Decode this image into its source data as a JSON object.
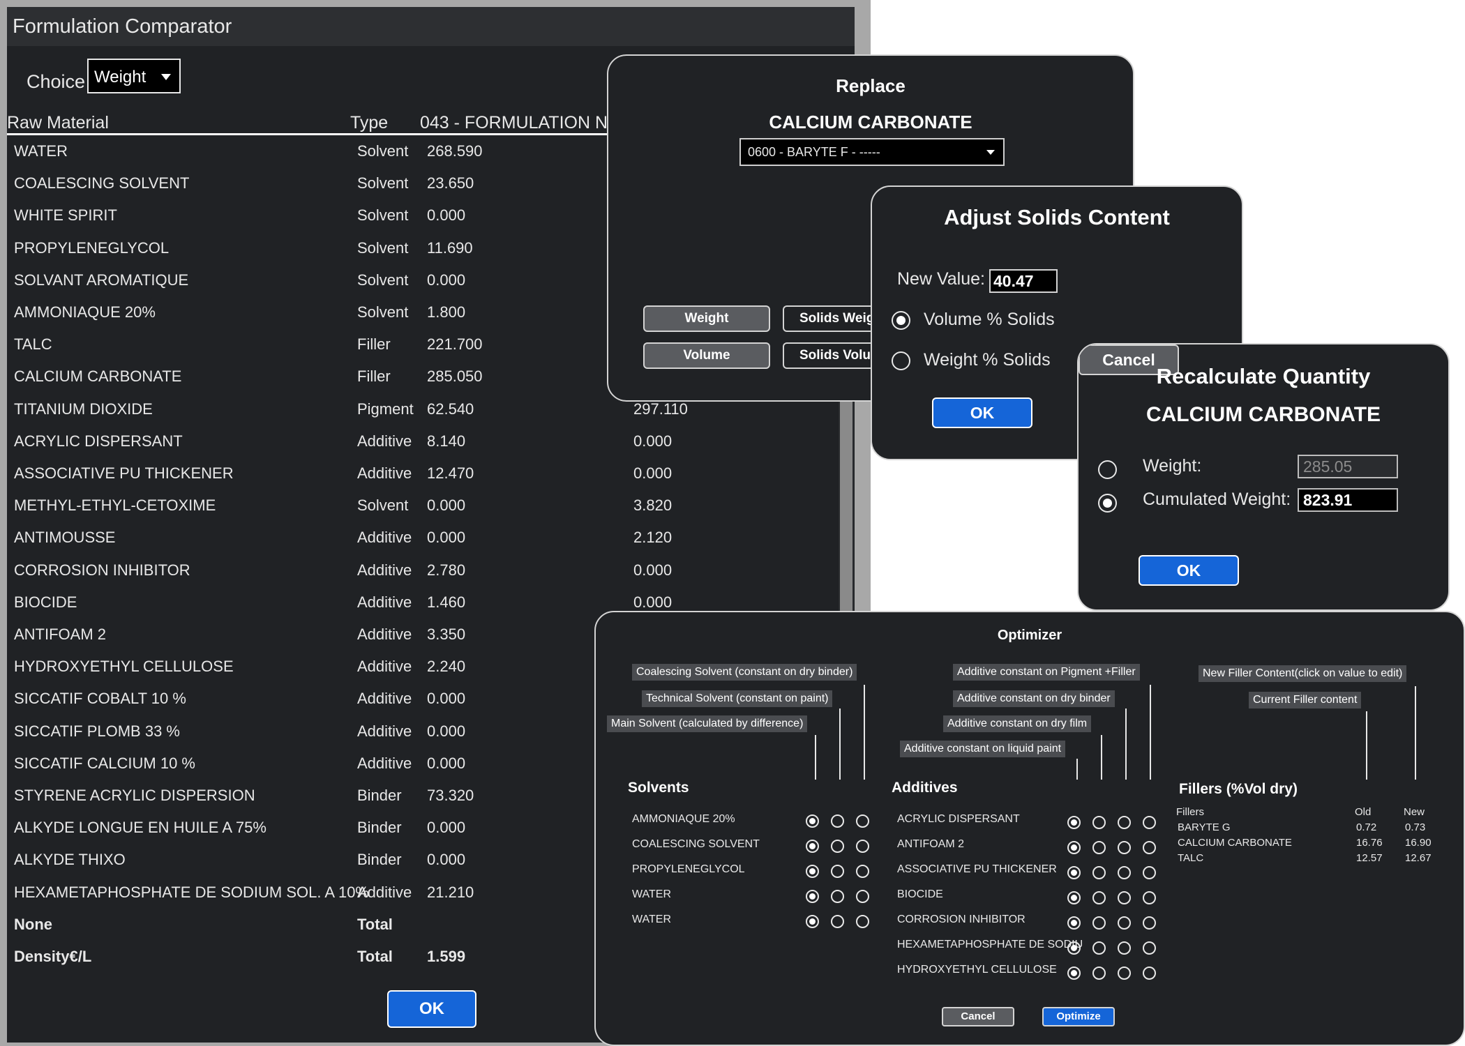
{
  "window": {
    "title": "Formulation Comparator"
  },
  "choice": {
    "label": "Choice",
    "value": "Weight"
  },
  "table": {
    "headers": {
      "raw_material": "Raw Material",
      "type": "Type",
      "formulation": "043 - FORMULATION N"
    },
    "rows": [
      {
        "name": "WATER",
        "type": "Solvent",
        "v1": "268.590",
        "v2": ""
      },
      {
        "name": "COALESCING SOLVENT",
        "type": "Solvent",
        "v1": "23.650",
        "v2": ""
      },
      {
        "name": "WHITE SPIRIT",
        "type": "Solvent",
        "v1": "0.000",
        "v2": ""
      },
      {
        "name": "PROPYLENEGLYCOL",
        "type": "Solvent",
        "v1": "11.690",
        "v2": ""
      },
      {
        "name": "SOLVANT AROMATIQUE",
        "type": "Solvent",
        "v1": "0.000",
        "v2": ""
      },
      {
        "name": "AMMONIAQUE 20%",
        "type": "Solvent",
        "v1": "1.800",
        "v2": ""
      },
      {
        "name": "TALC",
        "type": "Filler",
        "v1": "221.700",
        "v2": ""
      },
      {
        "name": "CALCIUM CARBONATE",
        "type": "Filler",
        "v1": "285.050",
        "v2": ""
      },
      {
        "name": "TITANIUM DIOXIDE",
        "type": "Pigment",
        "v1": "62.540",
        "v2": "297.110"
      },
      {
        "name": "ACRYLIC DISPERSANT",
        "type": "Additive",
        "v1": "8.140",
        "v2": "0.000"
      },
      {
        "name": "ASSOCIATIVE PU THICKENER",
        "type": "Additive",
        "v1": "12.470",
        "v2": "0.000"
      },
      {
        "name": "METHYL-ETHYL-CETOXIME",
        "type": "Solvent",
        "v1": "0.000",
        "v2": "3.820"
      },
      {
        "name": "ANTIMOUSSE",
        "type": "Additive",
        "v1": "0.000",
        "v2": "2.120"
      },
      {
        "name": "CORROSION INHIBITOR",
        "type": "Additive",
        "v1": "2.780",
        "v2": "0.000"
      },
      {
        "name": "BIOCIDE",
        "type": "Additive",
        "v1": "1.460",
        "v2": "0.000"
      },
      {
        "name": "ANTIFOAM 2",
        "type": "Additive",
        "v1": "3.350",
        "v2": ""
      },
      {
        "name": "HYDROXYETHYL CELLULOSE",
        "type": "Additive",
        "v1": "2.240",
        "v2": ""
      },
      {
        "name": "SICCATIF COBALT 10 %",
        "type": "Additive",
        "v1": "0.000",
        "v2": ""
      },
      {
        "name": "SICCATIF PLOMB 33 %",
        "type": "Additive",
        "v1": "0.000",
        "v2": ""
      },
      {
        "name": "SICCATIF CALCIUM 10 %",
        "type": "Additive",
        "v1": "0.000",
        "v2": ""
      },
      {
        "name": "STYRENE ACRYLIC DISPERSION",
        "type": "Binder",
        "v1": "73.320",
        "v2": ""
      },
      {
        "name": "ALKYDE LONGUE EN HUILE A 75%",
        "type": "Binder",
        "v1": "0.000",
        "v2": ""
      },
      {
        "name": "ALKYDE THIXO",
        "type": "Binder",
        "v1": "0.000",
        "v2": ""
      },
      {
        "name": "HEXAMETAPHOSPHATE DE SODIUM SOL. A 10%",
        "type": "Additive",
        "v1": "21.210",
        "v2": ""
      }
    ],
    "summary_rows": [
      {
        "name": "None",
        "type": "Total",
        "v1": "",
        "v2": ""
      },
      {
        "name": "Density€/L",
        "type": "Total",
        "v1": "1.599",
        "v2": ""
      }
    ]
  },
  "main_ok_label": "OK",
  "replace_dialog": {
    "title": "Replace",
    "subtitle": "CALCIUM CARBONATE",
    "select_value": "0600 - BARYTE F - -----",
    "weight_label": "Weight",
    "volume_label": "Volume",
    "solids_weight_label": "Solids Weight",
    "solids_volume_label": "Solids Volume"
  },
  "adjust_dialog": {
    "title": "Adjust Solids Content",
    "new_value_label": "New Value:",
    "new_value": "40.47",
    "option1": "Volume % Solids",
    "option2": "Weight % Solids",
    "ok_label": "OK"
  },
  "recalc_dialog": {
    "title": "Recalculate Quantity",
    "subtitle": "CALCIUM CARBONATE",
    "weight_label": "Weight:",
    "weight_value": "285.05",
    "cum_label": "Cumulated Weight:",
    "cum_value": "823.91",
    "ok_label": "OK",
    "cancel_label": "Cancel"
  },
  "optimizer": {
    "title": "Optimizer",
    "solvent_tags": [
      "Coalescing Solvent (constant on dry binder)",
      "Technical Solvent (constant on paint)",
      "Main Solvent (calculated by difference)"
    ],
    "additive_tags": [
      "Additive constant on Pigment +Filler",
      "Additive constant on dry binder",
      "Additive constant on dry film",
      "Additive constant on liquid paint"
    ],
    "filler_tags": [
      "New Filler Content(click on value to edit)",
      "Current Filler content"
    ],
    "solvents_heading": "Solvents",
    "solvents": [
      "AMMONIAQUE 20%",
      "COALESCING SOLVENT",
      "PROPYLENEGLYCOL",
      "WATER",
      "WATER"
    ],
    "additives_heading": "Additives",
    "additives": [
      "ACRYLIC DISPERSANT",
      "ANTIFOAM 2",
      "ASSOCIATIVE PU THICKENER",
      "BIOCIDE",
      "CORROSION INHIBITOR",
      "HEXAMETAPHOSPHATE DE SODIU",
      "HYDROXYETHYL CELLULOSE"
    ],
    "fillers_heading": "Fillers (%Vol dry)",
    "fillers_col": "Fillers",
    "old_col": "Old",
    "new_col": "New",
    "fillers": [
      {
        "name": "BARYTE G",
        "old": "0.72",
        "new": "0.73"
      },
      {
        "name": "CALCIUM CARBONATE",
        "old": "16.76",
        "new": "16.90"
      },
      {
        "name": "TALC",
        "old": "12.57",
        "new": "12.67"
      }
    ],
    "cancel_label": "Cancel",
    "optimize_label": "Optimize"
  }
}
